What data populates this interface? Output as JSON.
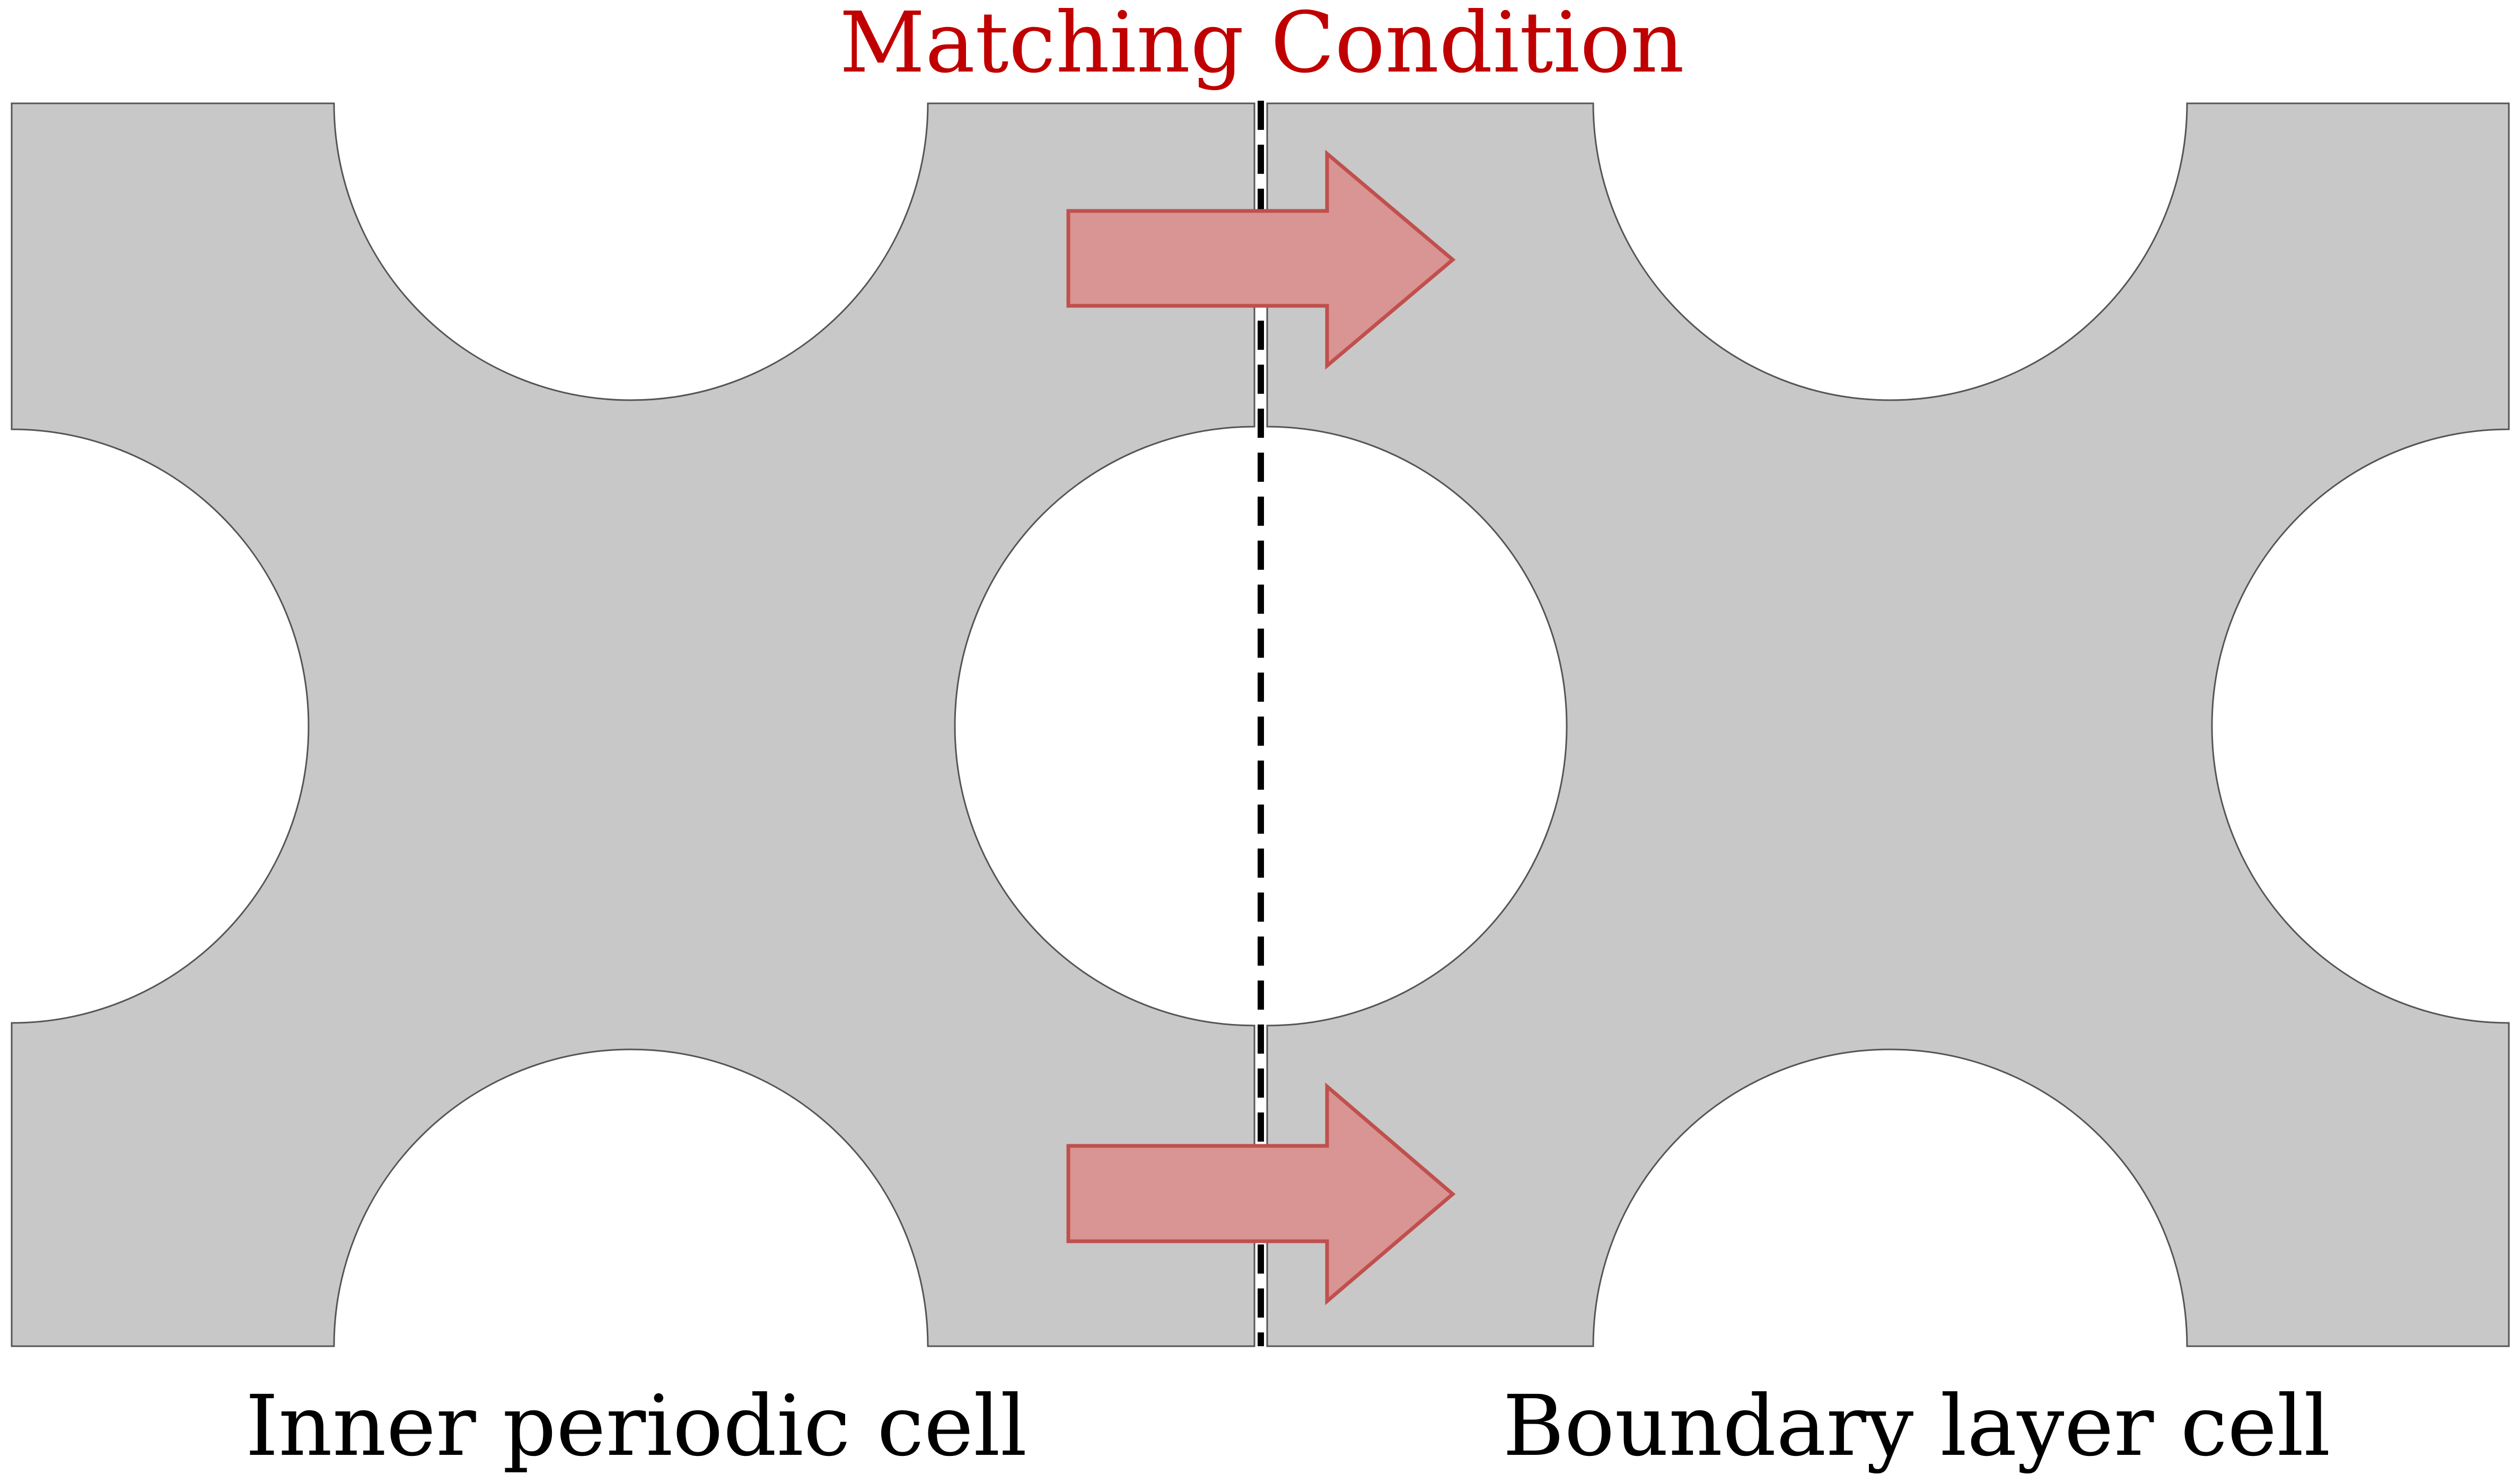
{
  "title": "Matching Condition",
  "left_cell": {
    "label": "Inner periodic cell"
  },
  "right_cell": {
    "label": "Boundary layer cell"
  },
  "colors": {
    "cell_fill": "#c8c8c8",
    "arrow_fill": "#d99494",
    "arrow_stroke": "#c0504d",
    "title_color": "#c00000",
    "interface_line": "#000000"
  }
}
